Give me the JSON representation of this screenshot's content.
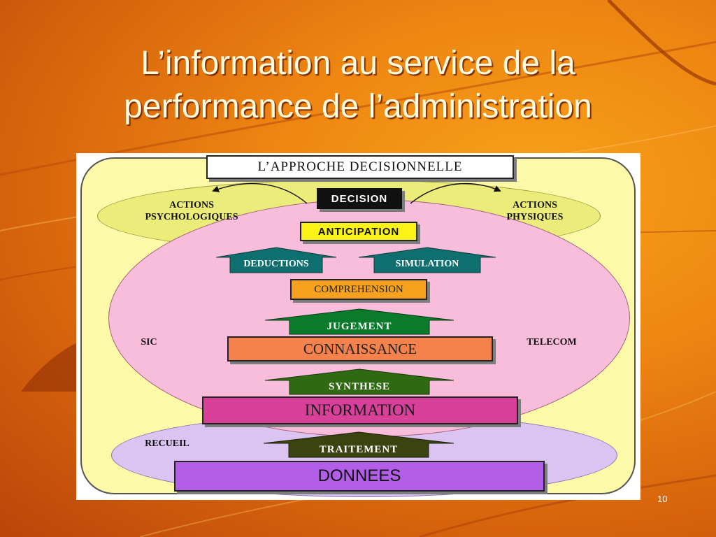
{
  "slide": {
    "title_line1": "L’information au service de la",
    "title_line2": "performance de l’administration",
    "page_number": "10"
  },
  "diagram": {
    "header": "L’APPROCHE DECISIONNELLE",
    "decision": "DECISION",
    "actions_psychologiques_1": "ACTIONS",
    "actions_psychologiques_2": "PSYCHOLOGIQUES",
    "actions_physiques_1": "ACTIONS",
    "actions_physiques_2": "PHYSIQUES",
    "anticipation": "ANTICIPATION",
    "deductions": "DEDUCTIONS",
    "simulation": "SIMULATION",
    "comprehension": "COMPREHENSION",
    "jugement": "JUGEMENT",
    "connaissance": "CONNAISSANCE",
    "sic": "SIC",
    "telecom": "TELECOM",
    "synthese": "SYNTHESE",
    "information": "INFORMATION",
    "recueil": "RECUEIL",
    "traitement": "TRAITEMENT",
    "donnees": "DONNEES"
  },
  "colors": {
    "background": "#ee8612",
    "outer_panel": "#fcfaa8",
    "top_ellipse": "#ecec7a",
    "middle_ellipse": "#f9bddc",
    "bottom_ellipse": "#dcc4f2",
    "decision_box": "#111111",
    "anticipation_box": "#fbf316",
    "teal_arrow": "#0f6e6e",
    "comprehension_box": "#f7a21e",
    "green_arrow": "#0b7a2a",
    "connaissance_box": "#f4824c",
    "dark_green_arrow": "#2f6a12",
    "information_box": "#d8409a",
    "traitement_arrow": "#3b4410",
    "donnees_box": "#b25ee8"
  }
}
